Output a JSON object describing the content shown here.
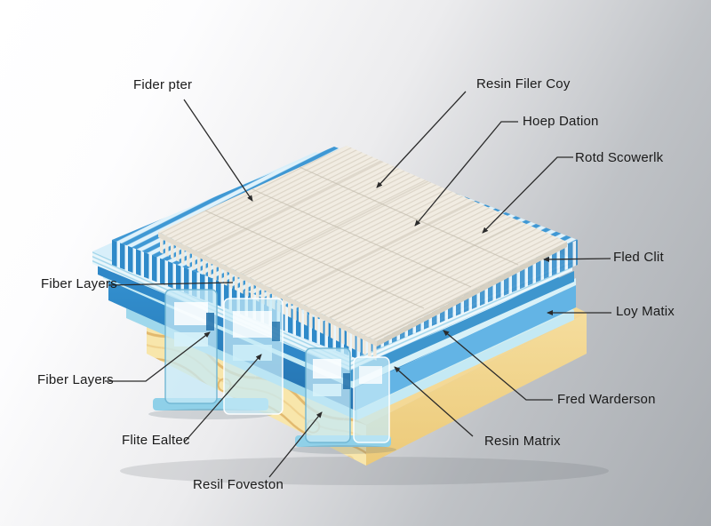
{
  "background": {
    "gradient_from": "#ffffff",
    "gradient_to": "#a7abb0"
  },
  "diagram": {
    "type": "exploded-isometric-composite-material-stack",
    "labels": [
      {
        "id": "fider-pter",
        "text": "Fider pter"
      },
      {
        "id": "resin-filer-coy",
        "text": "Resin Filer Coy"
      },
      {
        "id": "hoep-dation",
        "text": "Hoep Dation"
      },
      {
        "id": "rotd-scowerlk",
        "text": "Rotd Scowerlk"
      },
      {
        "id": "fled-clit",
        "text": "Fled Clit"
      },
      {
        "id": "loy-matix",
        "text": "Loy Matix"
      },
      {
        "id": "fred-warderson",
        "text": "Fred Warderson"
      },
      {
        "id": "resin-matrix",
        "text": "Resin Matrix"
      },
      {
        "id": "fiber-layers-top",
        "text": "Fiber Layers"
      },
      {
        "id": "fiber-layers-bottom",
        "text": "Fiber Layers"
      },
      {
        "id": "flite-ealtec",
        "text": "Flite Ealtec"
      },
      {
        "id": "resil-foveston",
        "text": "Resil Foveston"
      }
    ],
    "layers": [
      {
        "name": "fiber-mat-top",
        "color": "#f1ece2"
      },
      {
        "name": "ribbed-fiber",
        "color": "#2f8ac9"
      },
      {
        "name": "thin-film-stack",
        "color": "#bfe5f2"
      },
      {
        "name": "resin-blue-band",
        "color": "#3e96ce"
      },
      {
        "name": "interlayer-cyan",
        "color": "#c6ebf5"
      },
      {
        "name": "core-blue",
        "color": "#2e85c5"
      },
      {
        "name": "sky-blue-face",
        "color": "#63b4e5"
      },
      {
        "name": "base-cyan-plate",
        "color": "#9fd8ec"
      },
      {
        "name": "wood-base",
        "color": "#f7e3a8"
      }
    ],
    "leader_color": "#2b2b2b"
  }
}
